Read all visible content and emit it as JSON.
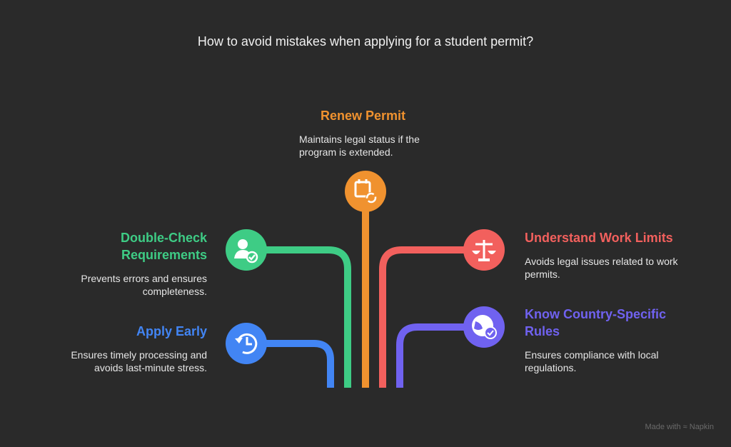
{
  "title": "How to avoid mistakes when applying for a student permit?",
  "items": [
    {
      "heading": "Renew Permit",
      "description": "Maintains legal status if the program is extended.",
      "icon": "calendar-refresh-icon",
      "color": "#F0922F"
    },
    {
      "heading": "Double-Check Requirements",
      "description": "Prevents errors and ensures completeness.",
      "icon": "person-check-icon",
      "color": "#3ECC85"
    },
    {
      "heading": "Apply Early",
      "description": "Ensures timely processing and avoids last-minute stress.",
      "icon": "history-clock-icon",
      "color": "#4285F4"
    },
    {
      "heading": "Understand Work Limits",
      "description": "Avoids legal issues related to work permits.",
      "icon": "scales-icon",
      "color": "#F2605D"
    },
    {
      "heading": "Know Country-Specific Rules",
      "description": "Ensures compliance with local regulations.",
      "icon": "globe-check-icon",
      "color": "#7062F0"
    }
  ],
  "footer": {
    "made_with": "Made with",
    "brand": "Napkin"
  }
}
